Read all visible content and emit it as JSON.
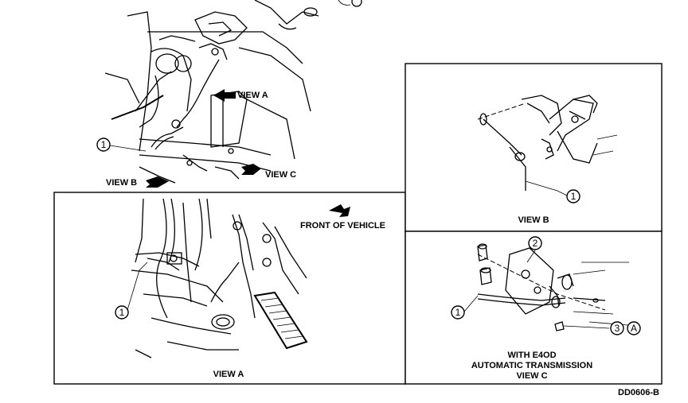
{
  "labels": {
    "view_a_top": "VIEW A",
    "view_b_top": "VIEW B",
    "view_c_top": "VIEW C",
    "front_of_vehicle": "FRONT OF VEHICLE",
    "view_a_caption": "VIEW A",
    "view_b_caption": "VIEW B",
    "view_c_caption_line1": "WITH E4OD",
    "view_c_caption_line2": "AUTOMATIC TRANSMISSION",
    "view_c_caption_line3": "VIEW C",
    "figure_code": "DD0606-B"
  },
  "callouts": {
    "one": "1",
    "two": "2",
    "three": "3",
    "a": "A"
  }
}
